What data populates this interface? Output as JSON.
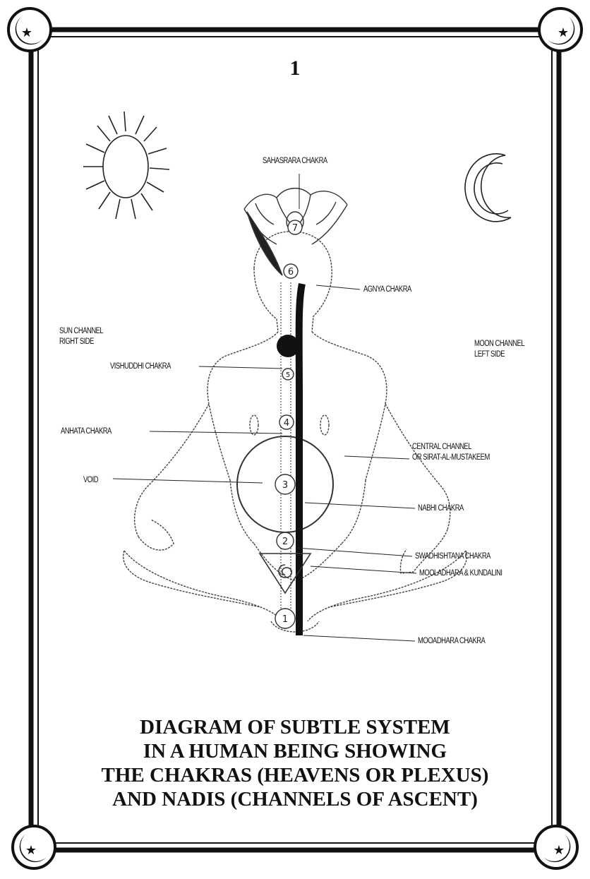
{
  "page_number": "1",
  "labels": {
    "sahasrara": "SAHASRARA CHAKRA",
    "agnya": "AGNYA CHAKRA",
    "sun_channel": [
      "SUN CHANNEL",
      "RIGHT SIDE"
    ],
    "moon_channel": [
      "MOON CHANNEL",
      "LEFT SIDE"
    ],
    "vishuddhi": "VISHUDDHI CHAKRA",
    "anhata": "ANHATA CHAKRA",
    "central_channel": [
      "CENTRAL CHANNEL",
      "OR SIRAT-AL-MUSTAKEEM"
    ],
    "void": "VOID",
    "nabhi": "NABHI CHAKRA",
    "swadhishtana": "SWADHISHTANA CHAKRA",
    "mooladhara_kundalini": "MOOLADHARA & KUNDALINI",
    "mooadhara": "MOOADHARA CHAKRA"
  },
  "chakra_numbers": [
    "1",
    "2",
    "3",
    "4",
    "5",
    "6",
    "7"
  ],
  "caption": [
    "DIAGRAM OF SUBTLE SYSTEM",
    "IN A HUMAN BEING SHOWING",
    "THE CHAKRAS (HEAVENS OR PLEXUS)",
    "AND NADIS (CHANNELS OF ASCENT)"
  ]
}
